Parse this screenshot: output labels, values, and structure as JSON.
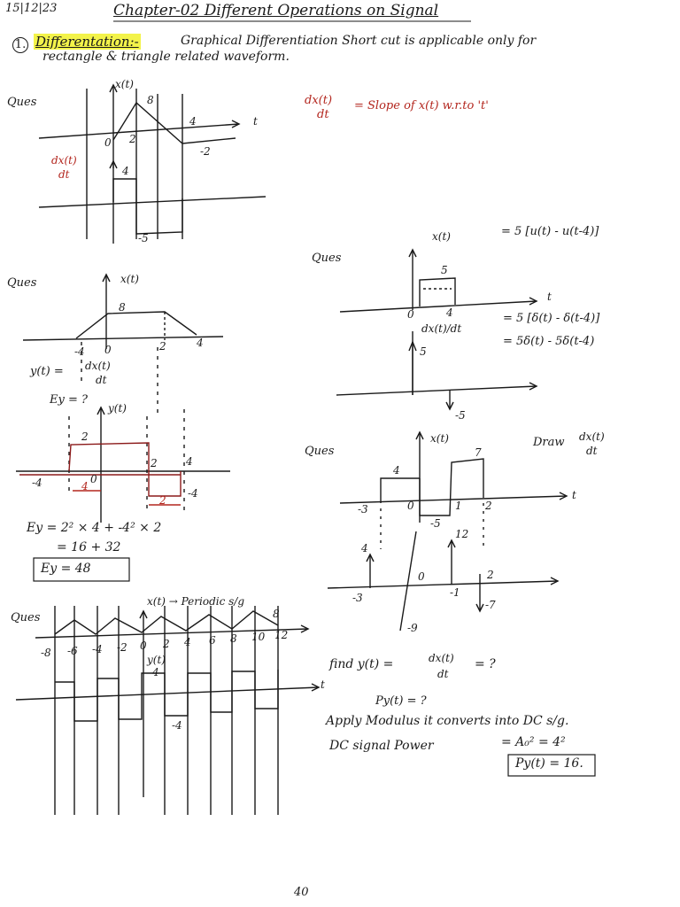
{
  "header": {
    "date": "15|12|23",
    "title": "Chapter-02  Different Operations on Signal",
    "item_number": "1.",
    "topic": "Differentation:-",
    "description_line1": "Graphical Differentiation Short cut is applicable only for",
    "description_line2": "rectangle & triangle related waveform."
  },
  "q1": {
    "label": "Ques",
    "y_label": "x(t)",
    "t_label": "t",
    "peak": "8",
    "level_4": "4",
    "level_neg2": "-2",
    "tick_0": "0",
    "tick_2": "2",
    "deriv_label_num": "dx(t)",
    "deriv_label_den": "dt",
    "deriv_pos": "4",
    "deriv_neg": "-5",
    "note_num": "dx(t)",
    "note_den": "dt",
    "note_text": "= Slope of x(t) w.r.to 't'"
  },
  "q2": {
    "label": "Ques",
    "x_label": "x(t)",
    "peak": "8",
    "tick_neg4": "-4",
    "tick_0": "0",
    "tick_2": "2",
    "tick_4": "4",
    "y_def_lhs": "y(t) =",
    "y_def_num": "dx(t)",
    "y_def_den": "dt",
    "ey_question": "Ey = ?",
    "y_label": "y(t)",
    "y_pos": "2",
    "y_neg": "-4",
    "y_tick_neg4": "-4",
    "y_tick_0": "0",
    "y_tick_2": "2",
    "y_tick_4": "4",
    "width_4": "4",
    "width_2": "2",
    "ey_calc1": "Ey  =  2² × 4 + -4² × 2",
    "ey_calc2": "=  16 + 32",
    "ey_result": "Ey  = 48"
  },
  "q3": {
    "label": "Ques",
    "x_label": "x(t)",
    "x_def": "= 5 [u(t) - u(t-4)]",
    "amp": "5",
    "tick_0": "0",
    "tick_4": "4",
    "t_label": "t",
    "d_label": "dx(t)/dt",
    "d_def1": "= 5 [δ(t) - δ(t-4)]",
    "d_def2": "= 5δ(t) - 5δ(t-4)",
    "imp_pos": "5",
    "imp_neg": "-5"
  },
  "q4": {
    "label": "Ques",
    "x_label": "x(t)",
    "instruction_lhs": "Draw",
    "instruction_num": "dx(t)",
    "instruction_den": "dt",
    "level_4": "4",
    "level_7": "7",
    "level_neg5": "-5",
    "tick_neg3": "-3",
    "tick_0": "0",
    "tick_1": "1",
    "tick_2": "2",
    "t_label": "t",
    "imp_4": "4",
    "imp_12": "12",
    "imp_neg9": "-9",
    "imp_neg7": "-7",
    "d_tick_neg3": "-3",
    "d_tick_0": "0",
    "d_tick_1": "-1",
    "d_tick_2": "2"
  },
  "q5": {
    "label": "Ques",
    "x_label": "x(t) → Periodic s/g",
    "peak": "8",
    "ticks": [
      "-8",
      "-6",
      "-4",
      "-2",
      "0",
      "2",
      "4",
      "6",
      "8",
      "10",
      "12"
    ],
    "y_label": "y(t)",
    "y_pos": "4",
    "y_neg": "-4",
    "t_label": "t",
    "find_lhs": "find  y(t) =",
    "find_num": "dx(t)",
    "find_den": "dt",
    "find_rhs": "= ?",
    "power_q": "Py(t) = ?",
    "apply_text": "Apply Modulus it converts into DC s/g.",
    "dc_text": "DC signal Power",
    "dc_eq": "=  A₀²  =  4²",
    "result": "Py(t) = 16."
  },
  "footer": {
    "page_number": "40"
  }
}
